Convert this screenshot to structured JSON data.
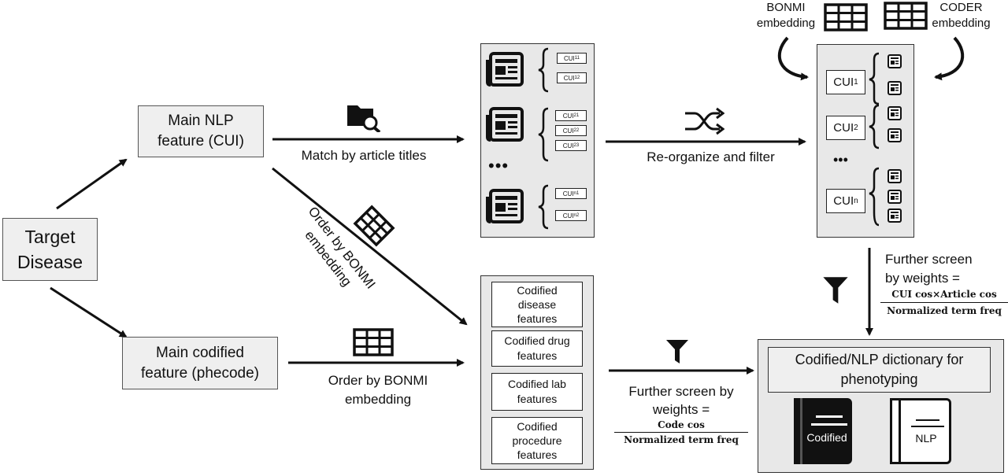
{
  "nodes": {
    "target": "Target Disease",
    "main_nlp_line1": "Main NLP",
    "main_nlp_line2": "feature (CUI)",
    "main_codified_line1": "Main codified",
    "main_codified_line2": "feature (phecode)"
  },
  "edges": {
    "match_titles": "Match by article titles",
    "reorganize": "Re-organize and filter",
    "order_bonmi_diag_line1": "Order by BONMI",
    "order_bonmi_diag_line2": "embedding",
    "order_bonmi_line1": "Order by BONMI",
    "order_bonmi_line2": "embedding"
  },
  "article_panel": {
    "cui_groups": [
      {
        "items": [
          {
            "base": "CUI",
            "sub": "11"
          },
          {
            "base": "CUI",
            "sub": "12"
          }
        ]
      },
      {
        "items": [
          {
            "base": "CUI",
            "sub": "21"
          },
          {
            "base": "CUI",
            "sub": "22"
          },
          {
            "base": "CUI",
            "sub": "23"
          }
        ]
      },
      {
        "items": [
          {
            "base": "CUI",
            "sub": "n1"
          },
          {
            "base": "CUI",
            "sub": "n2"
          }
        ]
      }
    ],
    "ellipsis": "•••"
  },
  "cui_panel": {
    "cuis": [
      {
        "base": "CUI",
        "sub": "1"
      },
      {
        "base": "CUI",
        "sub": "2"
      },
      {
        "base": "CUI",
        "sub": "n"
      }
    ],
    "ellipsis": "•••",
    "bonmi_label_line1": "BONMI",
    "bonmi_label_line2": "embedding",
    "coder_label_line1": "CODER",
    "coder_label_line2": "embedding"
  },
  "codified_panel": {
    "features": [
      [
        "Codified",
        "disease",
        "features"
      ],
      [
        "Codified drug",
        "features"
      ],
      [
        "Codified lab",
        "features"
      ],
      [
        "Codified",
        "procedure",
        "features"
      ]
    ]
  },
  "screen_nlp": {
    "line1": "Further screen",
    "line2": "by weights =",
    "numerator": "CUI cos×Article cos",
    "denominator": "Normalized term freq"
  },
  "screen_codified": {
    "line1": "Further screen by",
    "line2": "weights =",
    "numerator": "Code cos",
    "denominator": "Normalized term freq"
  },
  "dictionary": {
    "title_line1": "Codified/NLP dictionary for",
    "title_line2": "phenotyping",
    "codified_book": "Codified",
    "nlp_book": "NLP"
  },
  "colors": {
    "box_fill": "#efefef",
    "panel_fill": "#e8e8e8",
    "line": "#111111"
  }
}
